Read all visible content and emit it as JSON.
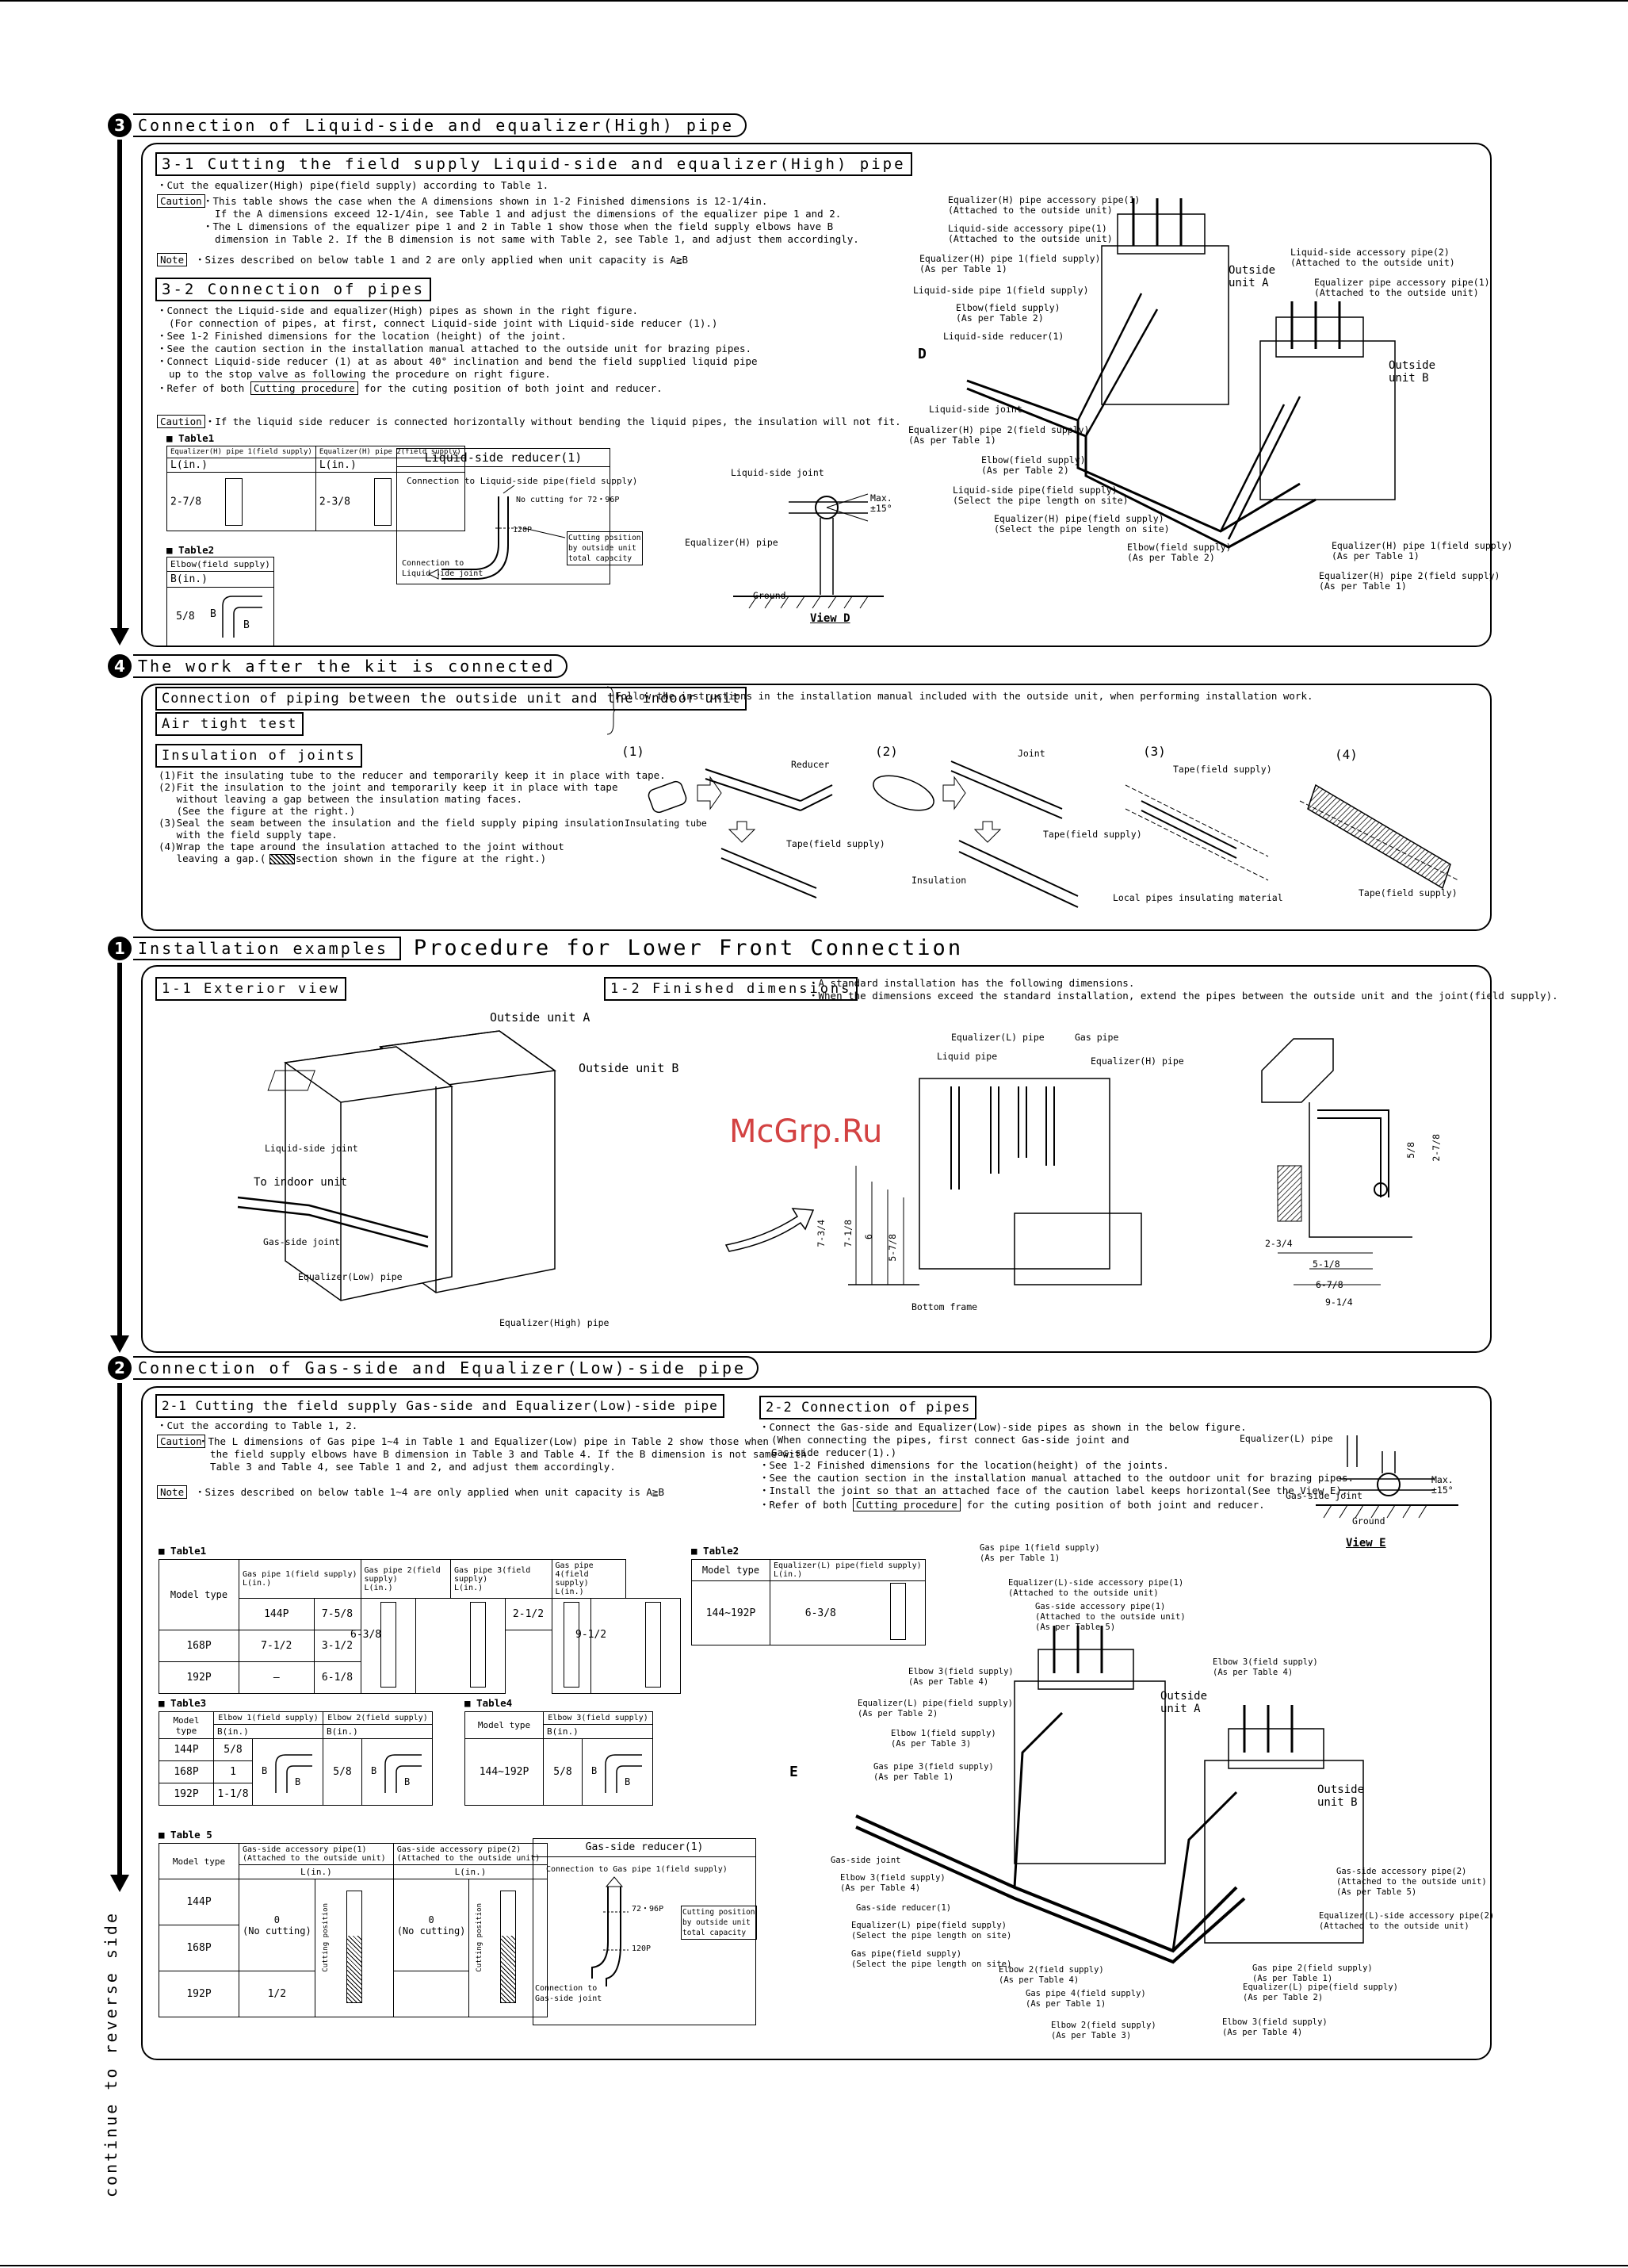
{
  "sec3": {
    "num": "3",
    "title": "Connection of Liquid-side and equalizer(High) pipe",
    "sub1": "3-1 Cutting the field supply Liquid-side and equalizer(High) pipe",
    "cut_note": "・Cut the equalizer(High) pipe(field supply) according to Table 1.",
    "caution_tag": "Caution",
    "caution_lines": [
      "・This table shows the case when the A dimensions shown in 1-2 Finished dimensions is 12-1/4in.",
      "  If the A dimensions exceed 12-1/4in, see Table 1 and adjust the dimensions of the equalizer pipe 1 and 2.",
      "・The L dimensions of the equalizer pipe 1 and 2 in Table 1 show those when the field supply elbows have B",
      "  dimension in Table 2. If the B dimension is not same with Table 2, see Table 1, and adjust them accordingly."
    ],
    "note_tag": "Note",
    "note_text": "・Sizes described on below table 1 and 2 are only applied when unit capacity is A≧B",
    "sub2": "3-2 Connection of pipes",
    "conn_lines": [
      "・Connect the Liquid-side and equalizer(High) pipes as shown in the right figure.",
      "  (For connection of pipes, at first, connect Liquid-side joint with Liquid-side reducer (1).)",
      "・See 1-2 Finished dimensions for the location (height) of the joint.",
      "・See the caution section in the installation manual attached to the outside unit for brazing pipes.",
      "・Connect Liquid-side reducer (1) at as about 40° inclination and bend the field supplied liquid pipe",
      "  up to the stop valve as following the procedure on right figure.",
      "・Refer of both"
    ],
    "cutting_proc": "Cutting procedure",
    "cutting_tail": "for the cuting position of both joint and reducer.",
    "caution2": "・If the liquid side reducer is connected horizontally without bending the liquid pipes, the insulation will not fit.",
    "table1_title": "■ Table1",
    "table1_h1": "Equalizer(H) pipe 1(field supply)",
    "table1_h2": "Equalizer(H) pipe 2(field supply)",
    "table1_l": "L(in.)",
    "table1_v1": "2-7/8",
    "table1_v2": "2-3/8",
    "table2_title": "■ Table2",
    "table2_h": "Elbow(field supply)",
    "table2_b": "B(in.)",
    "table2_v": "5/8",
    "reducer_title": "Liquid-side reducer(1)",
    "reducer_conn": "Connection to Liquid-side pipe(field supply)",
    "reducer_nocut": "No cutting for 72・96P",
    "reducer_120": "120P",
    "reducer_cutpos": "Cutting position\nby outside unit\ntotal capacity",
    "reducer_joint": "Connection to\nLiquid-side joint",
    "viewd_joint": "Liquid-side joint",
    "viewd_max": "Max.\n±15°",
    "viewd_eq": "Equalizer(H) pipe",
    "viewd_ground": "Ground",
    "viewd_title": "View D",
    "fig_labels": [
      "Equalizer(H) pipe accessory pipe(1)\n(Attached to the outside unit)",
      "Liquid-side accessory pipe(1)\n(Attached to the outside unit)",
      "Equalizer(H) pipe 1(field supply)\n(As per Table 1)",
      "Liquid-side pipe 1(field supply)",
      "Elbow(field supply)\n(As per Table 2)",
      "Liquid-side reducer(1)",
      "Liquid-side joint",
      "Equalizer(H) pipe 2(field supply)\n(As per Table 1)",
      "Elbow(field supply)\n(As per Table 2)",
      "Liquid-side pipe(field supply)\n(Select the pipe length on site)",
      "Equalizer(H) pipe(field supply)\n(Select the pipe length on site)",
      "Elbow(field supply)\n(As per Table 2)",
      "Liquid-side accessory pipe(2)\n(Attached to the outside unit)",
      "Equalizer pipe accessory pipe(1)\n(Attached to the outside unit)",
      "Equalizer(H) pipe 1(field supply)\n(As per Table 1)",
      "Equalizer(H) pipe 2(field supply)\n(As per Table 1)",
      "Outside\nunit A",
      "Outside\nunit B",
      "D"
    ]
  },
  "sec4": {
    "num": "4",
    "title": "The work after the kit is connected",
    "box1": "Connection of piping between the outside unit and the indoor unit",
    "box2": "Air tight test",
    "follow": "Follow the instructions in the installation manual included with the outside unit, when performing installation work.",
    "box3": "Insulation of joints",
    "steps": [
      "(1)Fit the insulating tube to the reducer and temporarily keep it in place with tape.",
      "(2)Fit the insulation to the joint and temporarily keep it in place with tape",
      "   without leaving a gap between the insulation mating faces.",
      "   (See the figure at the right.)",
      "(3)Seal the seam between the insulation and the field supply piping insulation",
      "   with the field supply tape.",
      "(4)Wrap the tape around the insulation attached to the joint without",
      "   leaving a gap.(     section shown in the figure at the right.)"
    ],
    "fig_nums": [
      "(1)",
      "(2)",
      "(3)",
      "(4)"
    ],
    "fig_labels": [
      "Reducer",
      "Insulating tube",
      "Tape(field supply)",
      "Joint",
      "Insulation",
      "Tape(field supply)",
      "Tape(field supply)",
      "Local pipes insulating material",
      "Tape(field supply)"
    ]
  },
  "sec1": {
    "num": "1",
    "title": "Installation examples",
    "bigtitle": "Procedure for Lower Front Connection",
    "sub1": "1-1 Exterior view",
    "sub2": "1-2 Finished dimensions",
    "std_lines": [
      "・A standard installation has the following dimensions.",
      "・When the dimensions exceed the standard installation, extend the pipes between the outside unit and the joint(field supply)."
    ],
    "ext_labels": [
      "Outside unit A",
      "Outside unit B",
      "Liquid-side joint",
      "To indoor unit",
      "Gas-side joint",
      "Equalizer(Low) pipe",
      "Equalizer(High) pipe"
    ],
    "fin_labels": [
      "Equalizer(L) pipe",
      "Gas pipe",
      "Liquid pipe",
      "Equalizer(H) pipe",
      "Bottom frame"
    ],
    "dims_front": [
      "7-3/4",
      "7-1/8",
      "6",
      "5-7/8"
    ],
    "dims_side": [
      "5/8",
      "2-7/8",
      "2-3/4",
      "5-1/8",
      "6-7/8",
      "9-1/4"
    ],
    "watermark": "McGrp.Ru"
  },
  "sec2": {
    "num": "2",
    "title": "Connection of Gas-side and Equalizer(Low)-side pipe",
    "sub1": "2-1 Cutting the field supply Gas-side and Equalizer(Low)-side pipe",
    "cut_note": "・Cut the according to Table 1, 2.",
    "caution_tag": "Caution",
    "caution_lines": [
      "・The L dimensions of Gas pipe 1~4 in Table 1 and Equalizer(Low) pipe in Table 2 show those when",
      "  the field supply elbows have B dimension in Table 3 and Table 4. If the B dimension is not same with",
      "  Table 3 and Table 4, see Table 1 and 2, and adjust them accordingly."
    ],
    "note_tag": "Note",
    "note_text": "・Sizes described on below table 1~4 are only applied when unit capacity is A≧B",
    "sub2": "2-2 Connection of pipes",
    "conn_lines": [
      "・Connect the Gas-side and Equalizer(Low)-side pipes as shown in the below figure.",
      "  (When connecting the pipes, first connect Gas-side joint and",
      "  Gas-side reducer(1).)",
      "・See 1-2 Finished dimensions for the location(height) of the joints.",
      "・See the caution section in the installation manual attached to the outdoor unit for brazing pipes.",
      "・Install the joint so that an attached face of the caution label keeps horizontal(See the View E).",
      "・Refer of both"
    ],
    "cutting_proc": "Cutting procedure",
    "cutting_tail": "for the cuting position of both joint and reducer.",
    "viewe_eq": "Equalizer(L) pipe",
    "viewe_joint": "Gas-side joint",
    "viewe_max": "Max.\n±15°",
    "viewe_ground": "Ground",
    "viewe_title": "View E",
    "t1_title": "■ Table1",
    "t1_head": [
      "Model type",
      "Gas pipe 1(field supply)",
      "Gas pipe 2(field supply)",
      "Gas pipe 3(field supply)",
      "Gas pipe 4(field supply)"
    ],
    "t1_l": "L(in.)",
    "t1_rows": [
      {
        "model": "144P",
        "g1": "7-5/8",
        "g3": "2-1/2"
      },
      {
        "model": "168P",
        "g1": "7-1/2",
        "g3": "3-1/2"
      },
      {
        "model": "192P",
        "g1": "—",
        "g3": "6-1/8"
      }
    ],
    "t1_g2": "6-3/8",
    "t1_g4": "9-1/2",
    "t2_title": "■ Table2",
    "t2_head": [
      "Model type",
      "Equalizer(L) pipe(field supply)"
    ],
    "t2_l": "L(in.)",
    "t2_model": "144~192P",
    "t2_val": "6-3/8",
    "t3_title": "■ Table3",
    "t3_head": [
      "Model type",
      "Elbow 1(field supply)",
      "Elbow 2(field supply)"
    ],
    "t3_b": "B(in.)",
    "t3_rows": [
      {
        "model": "144P",
        "e1": "5/8"
      },
      {
        "model": "168P",
        "e1": "1"
      },
      {
        "model": "192P",
        "e1": "1-1/8"
      }
    ],
    "t3_e2": "5/8",
    "t4_title": "■ Table4",
    "t4_head": [
      "Model type",
      "Elbow 3(field supply)"
    ],
    "t4_b": "B(in.)",
    "t4_model": "144~192P",
    "t4_val": "5/8",
    "t5_title": "■ Table 5",
    "t5_head": [
      "Model type",
      "Gas-side accessory pipe(1)\n(Attached to the outside unit)",
      "Gas-side accessory pipe(2)\n(Attached to the outside unit)"
    ],
    "t5_l": "L(in.)",
    "t5_rows": [
      {
        "model": "144P"
      },
      {
        "model": "168P"
      },
      {
        "model": "192P",
        "v1": "1/2"
      }
    ],
    "t5_nocut1": "0\n(No cutting)",
    "t5_nocut2": "0\n(No cutting)",
    "t5_cutpos": "Cutting position",
    "gasred_title": "Gas-side reducer(1)",
    "gasred_conn": "Connection to Gas pipe 1(field supply)",
    "gasred_72": "72・96P",
    "gasred_120": "120P",
    "gasred_cutpos": "Cutting position\nby outside unit\ntotal capacity",
    "gasred_joint": "Connection to\nGas-side joint",
    "fig_labels": [
      "Gas pipe 1(field supply)\n(As per Table 1)",
      "Equalizer(L)-side accessory pipe(1)\n(Attached to the outside unit)",
      "Gas-side accessory pipe(1)\n(Attached to the outside unit)\n(As per Table 5)",
      "Elbow 3(field supply)\n(As per Table 4)",
      "Equalizer(L) pipe(field supply)\n(As per Table 2)",
      "Elbow 1(field supply)\n(As per Table 3)",
      "Gas pipe 3(field supply)\n(As per Table 1)",
      "Gas-side joint",
      "Elbow 3(field supply)\n(As per Table 4)",
      "Gas-side reducer(1)",
      "Equalizer(L) pipe(field supply)\n(Select the pipe length on site)",
      "Gas pipe(field supply)\n(Select the pipe length on site)",
      "Elbow 2(field supply)\n(As per Table 4)",
      "Gas pipe 4(field supply)\n(As per Table 1)",
      "Elbow 2(field supply)\n(As per Table 3)",
      "Elbow 3(field supply)\n(As per Table 4)",
      "Gas-side accessory pipe(2)\n(Attached to the outside unit)\n(As per Table 5)",
      "Equalizer(L)-side accessory pipe(2)\n(Attached to the outside unit)",
      "Gas pipe 2(field supply)\n(As per Table 1)",
      "Equalizer(L) pipe(field supply)\n(As per Table 2)",
      "Elbow 3(field supply)\n(As per Table 4)",
      "Outside\nunit A",
      "Outside\nunit B",
      "E"
    ]
  },
  "side_note": "continue to\nreverse side"
}
